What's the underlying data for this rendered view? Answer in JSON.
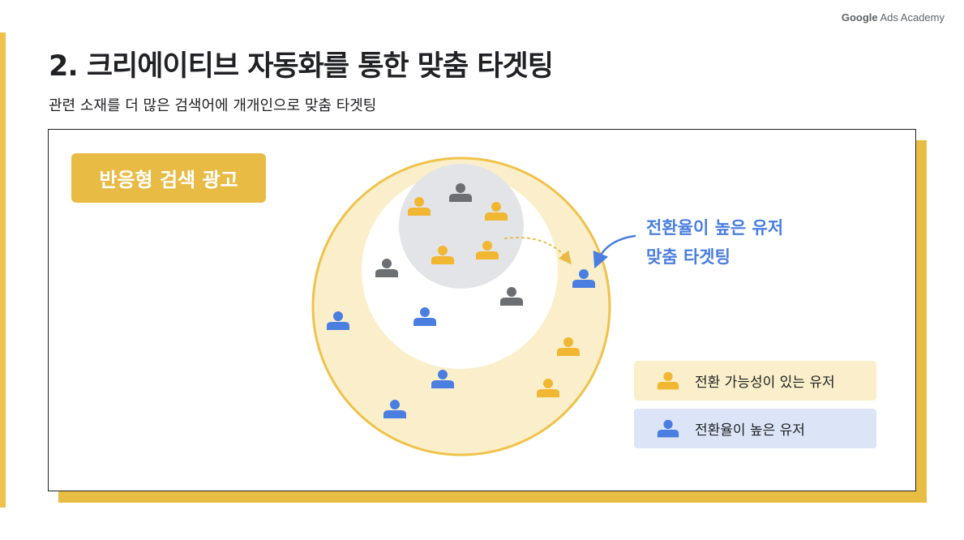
{
  "brand": {
    "part1": "Google",
    "part2": " Ads Academy"
  },
  "title": "2. 크리에이티브 자동화를 통한 맞춤 타겟팅",
  "subtitle": "관련 소재를 더 많은 검색어에 개개인으로 맞춤 타겟팅",
  "badge": "반응형 검색 광고",
  "callout": {
    "line1": "전환율이 높은 유저",
    "line2": "맞춤 타겟팅"
  },
  "legend": [
    {
      "label": "전환 가능성이 있는 유저",
      "icon": "person-icon",
      "color": "#f1b632"
    },
    {
      "label": "전환율이 높은 유저",
      "icon": "person-icon",
      "color": "#4a7ee0"
    }
  ],
  "colors": {
    "yellow_user": "#f1b632",
    "blue_user": "#4a7ee0",
    "gray_user": "#6b6e72",
    "outer_circle": "#faefca",
    "gray_circle": "#e3e4e8",
    "accent": "#e8bb44"
  },
  "user_groups": {
    "gray_circle": [
      "gray",
      "yellow",
      "yellow",
      "yellow",
      "yellow"
    ],
    "white_circle": [
      "gray",
      "gray",
      "blue"
    ],
    "yellow_circle": [
      "blue",
      "blue",
      "blue",
      "blue",
      "yellow",
      "yellow"
    ]
  }
}
